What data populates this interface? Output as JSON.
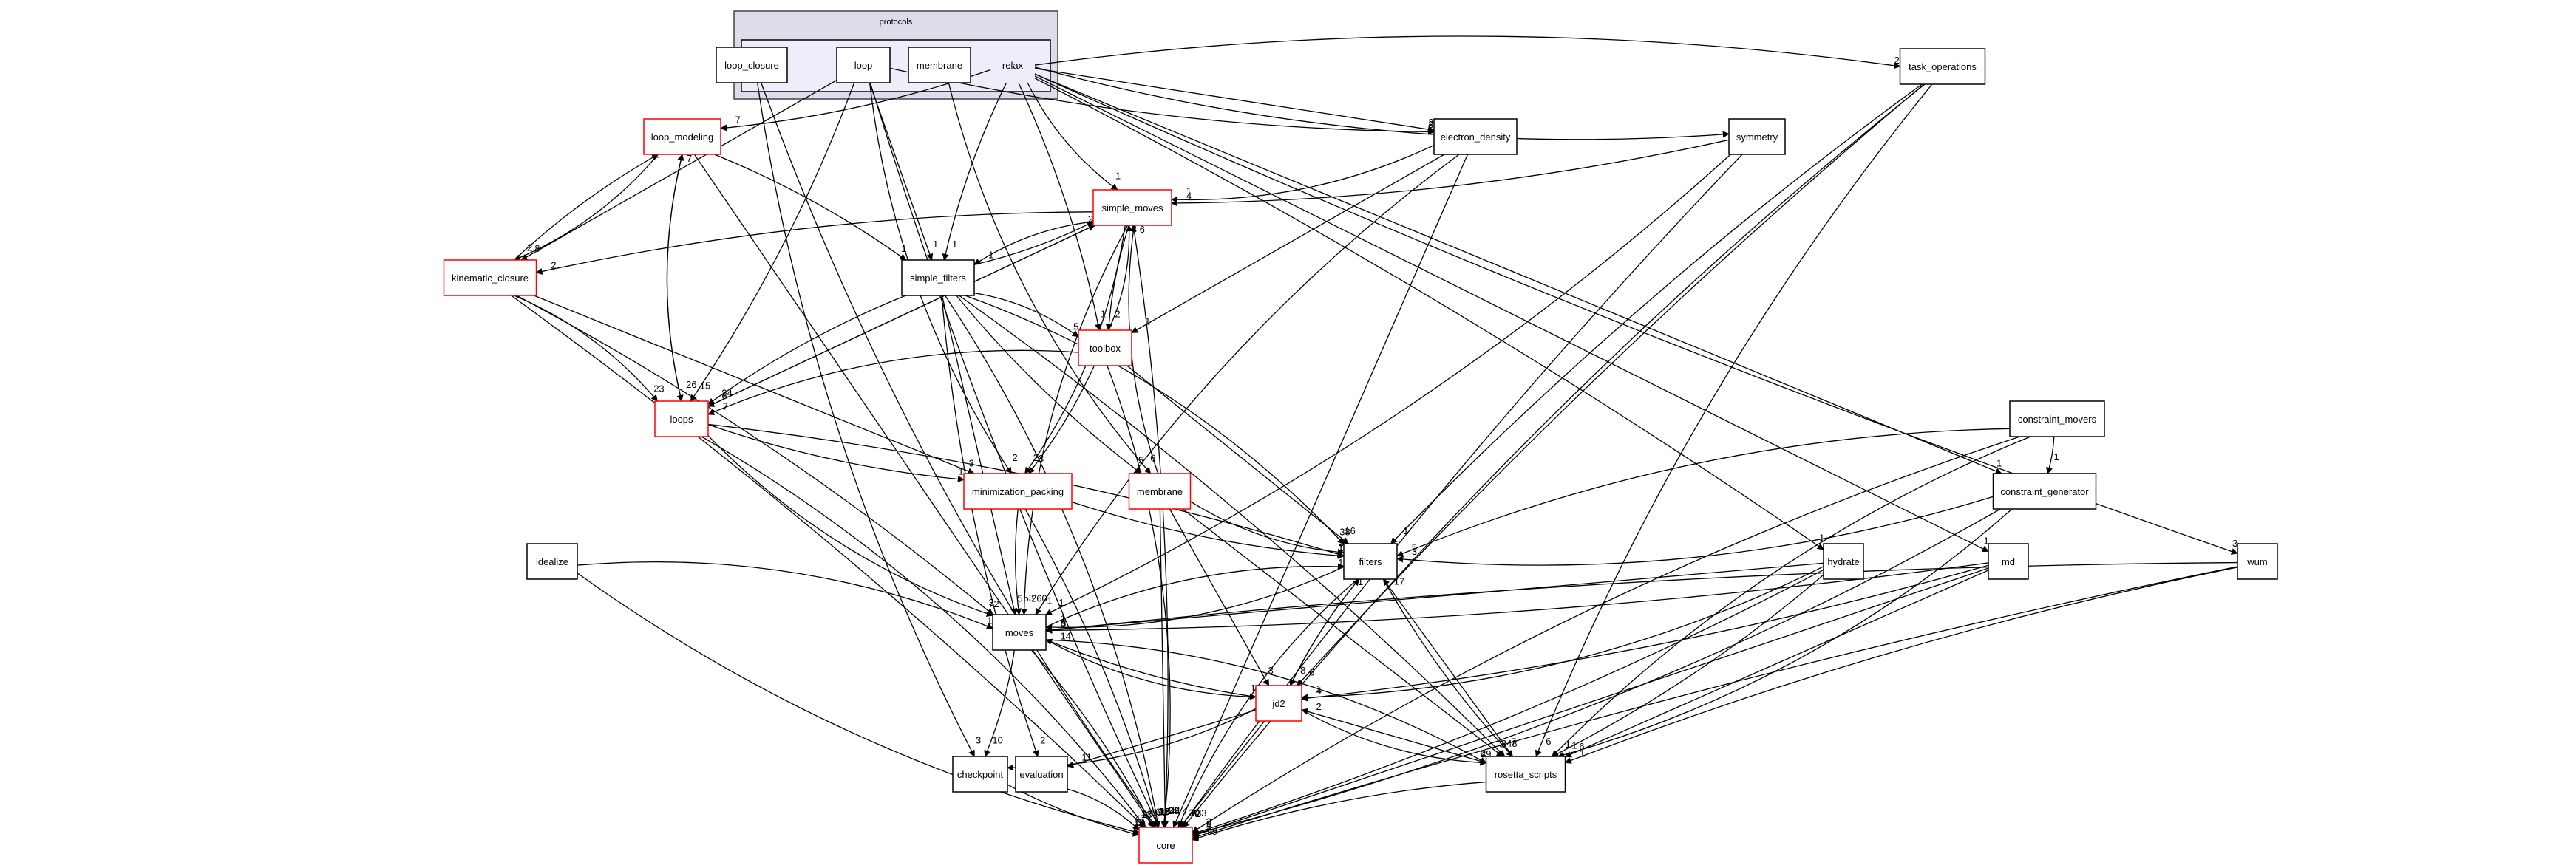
{
  "diagram": {
    "title": "protocols dependency graph",
    "colors": {
      "cluster_outer_fill": "#dcdceb",
      "cluster_inner_fill": "#eeeefa",
      "cluster_border": "#444444",
      "node_border_default": "#000000",
      "node_border_highlight": "#ff0000",
      "node_fill": "#ffffff",
      "edge": "#000000"
    },
    "cluster": {
      "label": "protocols",
      "children": [
        "loop_closure",
        "loop",
        "membrane",
        "relax"
      ],
      "current": "relax"
    },
    "nodes": [
      {
        "id": "loop_closure",
        "label": "loop_closure",
        "highlight": false
      },
      {
        "id": "loop",
        "label": "loop",
        "highlight": false
      },
      {
        "id": "membrane_p",
        "label": "membrane",
        "highlight": false
      },
      {
        "id": "relax",
        "label": "relax",
        "highlight": false,
        "plain": true
      },
      {
        "id": "task_operations",
        "label": "task_operations",
        "highlight": false
      },
      {
        "id": "loop_modeling",
        "label": "loop_modeling",
        "highlight": true
      },
      {
        "id": "electron_density",
        "label": "electron_density",
        "highlight": false
      },
      {
        "id": "symmetry",
        "label": "symmetry",
        "highlight": false
      },
      {
        "id": "simple_moves",
        "label": "simple_moves",
        "highlight": true
      },
      {
        "id": "kinematic_closure",
        "label": "kinematic_closure",
        "highlight": true
      },
      {
        "id": "simple_filters",
        "label": "simple_filters",
        "highlight": false
      },
      {
        "id": "toolbox",
        "label": "toolbox",
        "highlight": true
      },
      {
        "id": "loops",
        "label": "loops",
        "highlight": true
      },
      {
        "id": "constraint_movers",
        "label": "constraint_movers",
        "highlight": false
      },
      {
        "id": "constraint_generator",
        "label": "constraint_generator",
        "highlight": false
      },
      {
        "id": "minimization_packing",
        "label": "minimization_packing",
        "highlight": true
      },
      {
        "id": "membrane",
        "label": "membrane",
        "highlight": true
      },
      {
        "id": "filters",
        "label": "filters",
        "highlight": false
      },
      {
        "id": "idealize",
        "label": "idealize",
        "highlight": false
      },
      {
        "id": "hydrate",
        "label": "hydrate",
        "highlight": false
      },
      {
        "id": "md",
        "label": "md",
        "highlight": false
      },
      {
        "id": "wum",
        "label": "wum",
        "highlight": false
      },
      {
        "id": "moves",
        "label": "moves",
        "highlight": false
      },
      {
        "id": "jd2",
        "label": "jd2",
        "highlight": true
      },
      {
        "id": "checkpoint",
        "label": "checkpoint",
        "highlight": false
      },
      {
        "id": "evaluation",
        "label": "evaluation",
        "highlight": false
      },
      {
        "id": "rosetta_scripts",
        "label": "rosetta_scripts",
        "highlight": false
      },
      {
        "id": "core",
        "label": "core",
        "highlight": true
      }
    ],
    "edges": [
      {
        "from": "relax",
        "to": "task_operations",
        "label": "2"
      },
      {
        "from": "relax",
        "to": "loop_modeling",
        "label": "7"
      },
      {
        "from": "relax",
        "to": "electron_density",
        "label": "2"
      },
      {
        "from": "loop",
        "to": "electron_density",
        "label": "3"
      },
      {
        "from": "relax",
        "to": "symmetry",
        "label": ""
      },
      {
        "from": "loop_modeling",
        "to": "kinematic_closure",
        "label": "2"
      },
      {
        "from": "kinematic_closure",
        "to": "loop_modeling",
        "label": "1"
      },
      {
        "from": "loop",
        "to": "kinematic_closure",
        "label": "8"
      },
      {
        "from": "simple_moves",
        "to": "kinematic_closure",
        "label": "2"
      },
      {
        "from": "relax",
        "to": "simple_moves",
        "label": "1"
      },
      {
        "from": "electron_density",
        "to": "simple_moves",
        "label": "1"
      },
      {
        "from": "symmetry",
        "to": "simple_moves",
        "label": "4"
      },
      {
        "from": "loops",
        "to": "simple_moves",
        "label": "1"
      },
      {
        "from": "simple_filters",
        "to": "simple_moves",
        "label": "2"
      },
      {
        "from": "toolbox",
        "to": "simple_moves",
        "label": "3"
      },
      {
        "from": "membrane",
        "to": "simple_moves",
        "label": "6"
      },
      {
        "from": "loop_modeling",
        "to": "simple_filters",
        "label": "1"
      },
      {
        "from": "loop",
        "to": "simple_filters",
        "label": "1"
      },
      {
        "from": "relax",
        "to": "simple_filters",
        "label": "1"
      },
      {
        "from": "simple_moves",
        "to": "simple_filters",
        "label": "1"
      },
      {
        "from": "simple_filters",
        "to": "toolbox",
        "label": "5"
      },
      {
        "from": "relax",
        "to": "toolbox",
        "label": "1"
      },
      {
        "from": "electron_density",
        "to": "toolbox",
        "label": "1"
      },
      {
        "from": "simple_moves",
        "to": "toolbox",
        "label": "2"
      },
      {
        "from": "loop_modeling",
        "to": "loops",
        "label": "26"
      },
      {
        "from": "kinematic_closure",
        "to": "loops",
        "label": "23"
      },
      {
        "from": "loop",
        "to": "loops",
        "label": "15"
      },
      {
        "from": "simple_moves",
        "to": "loops",
        "label": "8"
      },
      {
        "from": "simple_filters",
        "to": "loops",
        "label": "24"
      },
      {
        "from": "toolbox",
        "to": "loops",
        "label": "7"
      },
      {
        "from": "loops",
        "to": "loop_modeling",
        "label": "7"
      },
      {
        "from": "constraint_movers",
        "to": "constraint_generator",
        "label": "1"
      },
      {
        "from": "relax",
        "to": "constraint_generator",
        "label": "1"
      },
      {
        "from": "loops",
        "to": "minimization_packing",
        "label": "1"
      },
      {
        "from": "loop",
        "to": "minimization_packing",
        "label": "2"
      },
      {
        "from": "simple_moves",
        "to": "minimization_packing",
        "label": "2"
      },
      {
        "from": "toolbox",
        "to": "minimization_packing",
        "label": "3"
      },
      {
        "from": "kinematic_closure",
        "to": "minimization_packing",
        "label": "3"
      },
      {
        "from": "simple_filters",
        "to": "membrane",
        "label": "5"
      },
      {
        "from": "membrane_p",
        "to": "membrane",
        "label": "6"
      },
      {
        "from": "simple_filters",
        "to": "filters",
        "label": "38"
      },
      {
        "from": "loops",
        "to": "filters",
        "label": "17"
      },
      {
        "from": "toolbox",
        "to": "filters",
        "label": "16"
      },
      {
        "from": "minimization_packing",
        "to": "filters",
        "label": "1"
      },
      {
        "from": "membrane",
        "to": "filters",
        "label": "3"
      },
      {
        "from": "moves",
        "to": "filters",
        "label": "1"
      },
      {
        "from": "jd2",
        "to": "filters",
        "label": "1"
      },
      {
        "from": "rosetta_scripts",
        "to": "filters",
        "label": "17"
      },
      {
        "from": "task_operations",
        "to": "filters",
        "label": "1"
      },
      {
        "from": "constraint_movers",
        "to": "filters",
        "label": "5"
      },
      {
        "from": "constraint_generator",
        "to": "filters",
        "label": "3"
      },
      {
        "from": "relax",
        "to": "hydrate",
        "label": "1"
      },
      {
        "from": "relax",
        "to": "md",
        "label": "1"
      },
      {
        "from": "relax",
        "to": "wum",
        "label": "3"
      },
      {
        "from": "loops",
        "to": "moves",
        "label": "72"
      },
      {
        "from": "idealize",
        "to": "moves",
        "label": "16"
      },
      {
        "from": "kinematic_closure",
        "to": "moves",
        "label": "3"
      },
      {
        "from": "simple_filters",
        "to": "moves",
        "label": "5"
      },
      {
        "from": "minimization_packing",
        "to": "moves",
        "label": "53"
      },
      {
        "from": "simple_moves",
        "to": "moves",
        "label": "260"
      },
      {
        "from": "filters",
        "to": "moves",
        "label": "1"
      },
      {
        "from": "md",
        "to": "moves",
        "label": "3"
      },
      {
        "from": "hydrate",
        "to": "moves",
        "label": "5"
      },
      {
        "from": "wum",
        "to": "moves",
        "label": "5"
      },
      {
        "from": "electron_density",
        "to": "moves",
        "label": "1"
      },
      {
        "from": "symmetry",
        "to": "moves",
        "label": "1"
      },
      {
        "from": "jd2",
        "to": "moves",
        "label": "14"
      },
      {
        "from": "membrane",
        "to": "jd2",
        "label": "3"
      },
      {
        "from": "filters",
        "to": "jd2",
        "label": "8"
      },
      {
        "from": "moves",
        "to": "jd2",
        "label": "11"
      },
      {
        "from": "hydrate",
        "to": "jd2",
        "label": "1"
      },
      {
        "from": "md",
        "to": "jd2",
        "label": "4"
      },
      {
        "from": "rosetta_scripts",
        "to": "jd2",
        "label": "2"
      },
      {
        "from": "task_operations",
        "to": "jd2",
        "label": "6"
      },
      {
        "from": "loop_closure",
        "to": "checkpoint",
        "label": "3"
      },
      {
        "from": "jd2",
        "to": "checkpoint",
        "label": "1"
      },
      {
        "from": "moves",
        "to": "checkpoint",
        "label": "10"
      },
      {
        "from": "jd2",
        "to": "evaluation",
        "label": "11"
      },
      {
        "from": "simple_filters",
        "to": "evaluation",
        "label": "2"
      },
      {
        "from": "jd2",
        "to": "rosetta_scripts",
        "label": "29"
      },
      {
        "from": "moves",
        "to": "rosetta_scripts",
        "label": "4"
      },
      {
        "from": "simple_filters",
        "to": "rosetta_scripts",
        "label": "348"
      },
      {
        "from": "membrane",
        "to": "rosetta_scripts",
        "label": "3"
      },
      {
        "from": "filters",
        "to": "rosetta_scripts",
        "label": "7"
      },
      {
        "from": "constraint_movers",
        "to": "rosetta_scripts",
        "label": "1"
      },
      {
        "from": "constraint_generator",
        "to": "rosetta_scripts",
        "label": "1"
      },
      {
        "from": "hydrate",
        "to": "rosetta_scripts",
        "label": "1"
      },
      {
        "from": "md",
        "to": "rosetta_scripts",
        "label": "6"
      },
      {
        "from": "wum",
        "to": "rosetta_scripts",
        "label": "1"
      },
      {
        "from": "task_operations",
        "to": "rosetta_scripts",
        "label": "6"
      },
      {
        "from": "evaluation",
        "to": "core",
        "label": "47"
      },
      {
        "from": "moves",
        "to": "core",
        "label": "122"
      },
      {
        "from": "jd2",
        "to": "core",
        "label": "233"
      },
      {
        "from": "checkpoint",
        "to": "core",
        "label": "15"
      },
      {
        "from": "idealize",
        "to": "core",
        "label": "18"
      },
      {
        "from": "loops",
        "to": "core",
        "label": "25"
      },
      {
        "from": "kinematic_closure",
        "to": "core",
        "label": "13"
      },
      {
        "from": "loop_modeling",
        "to": "core",
        "label": "9"
      },
      {
        "from": "loop",
        "to": "core",
        "label": "16"
      },
      {
        "from": "loop_closure",
        "to": "core",
        "label": "3"
      },
      {
        "from": "simple_filters",
        "to": "core",
        "label": "58"
      },
      {
        "from": "minimization_packing",
        "to": "core",
        "label": "12"
      },
      {
        "from": "membrane",
        "to": "core",
        "label": "44"
      },
      {
        "from": "rosetta_scripts",
        "to": "core",
        "label": "99"
      },
      {
        "from": "filters",
        "to": "core",
        "label": "20"
      },
      {
        "from": "toolbox",
        "to": "core",
        "label": "14"
      },
      {
        "from": "simple_moves",
        "to": "core",
        "label": "36"
      },
      {
        "from": "electron_density",
        "to": "core",
        "label": "4"
      },
      {
        "from": "symmetry",
        "to": "core",
        "label": "8"
      },
      {
        "from": "constraint_movers",
        "to": "core",
        "label": "2"
      },
      {
        "from": "constraint_generator",
        "to": "core",
        "label": "3"
      },
      {
        "from": "hydrate",
        "to": "core",
        "label": "1"
      },
      {
        "from": "md",
        "to": "core",
        "label": "5"
      },
      {
        "from": "wum",
        "to": "core",
        "label": "3"
      },
      {
        "from": "task_operations",
        "to": "core",
        "label": "2"
      }
    ]
  }
}
